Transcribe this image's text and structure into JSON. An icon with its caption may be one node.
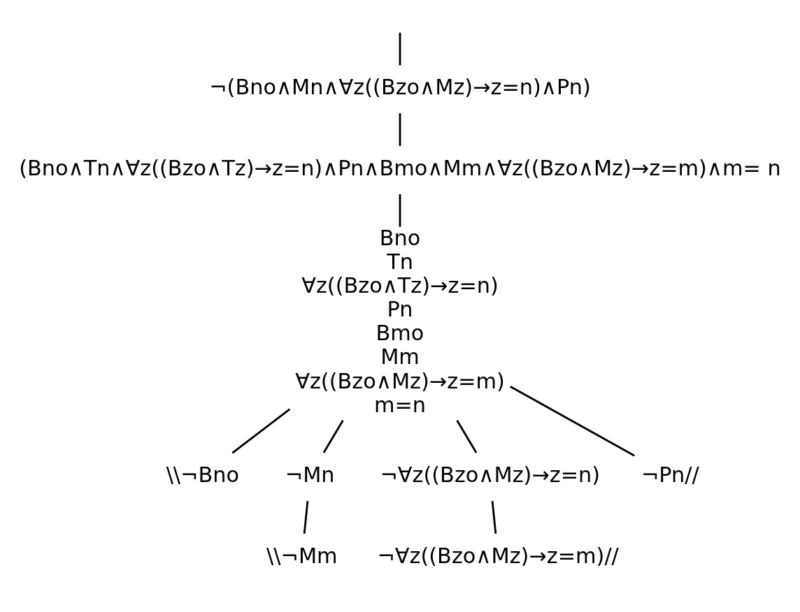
{
  "diagram": {
    "nodes": [
      {
        "text": [
          "¬(Bno∧Mn∧∀z((Bzo∧Mz)→z=n)∧Pn)"
        ]
      },
      {
        "text": [
          "(Bno∧Tn∧∀z((Bzo∧Tz)→z=n)∧Pn∧Bmo∧Mm∧∀z((Bzo∧Mz)→z=m)∧m= n"
        ]
      },
      {
        "text": [
          "Bno",
          "Tn",
          "∀z((Bzo∧Tz)→z=n)",
          "Pn",
          "Bmo",
          "Mm",
          "∀z((Bzo∧Mz)→z=m)",
          "m=n"
        ]
      },
      {
        "text": [
          "\\\\¬Bno"
        ]
      },
      {
        "text": [
          "¬Mn"
        ]
      },
      {
        "text": [
          "¬∀z((Bzo∧Mz)→z=n)"
        ]
      },
      {
        "text": [
          "¬Pn//"
        ]
      },
      {
        "text": [
          "\\\\¬Mm"
        ]
      },
      {
        "text": [
          "¬∀z((Bzo∧Mz)→z=m)//"
        ]
      }
    ],
    "edges": [
      {
        "from": null,
        "to": 0,
        "arrow": "none"
      },
      {
        "from": 0,
        "to": 1,
        "arrow": "none"
      },
      {
        "from": 1,
        "to": 2,
        "arrow": "none"
      },
      {
        "from": 2,
        "to": 3,
        "arrow": "none"
      },
      {
        "from": 2,
        "to": 4,
        "arrow": "none"
      },
      {
        "from": 2,
        "to": 5,
        "arrow": "none"
      },
      {
        "from": 2,
        "to": 6,
        "arrow": "none"
      },
      {
        "from": 4,
        "to": 7,
        "arrow": "none"
      },
      {
        "from": 5,
        "to": 8,
        "arrow": "none"
      }
    ]
  }
}
